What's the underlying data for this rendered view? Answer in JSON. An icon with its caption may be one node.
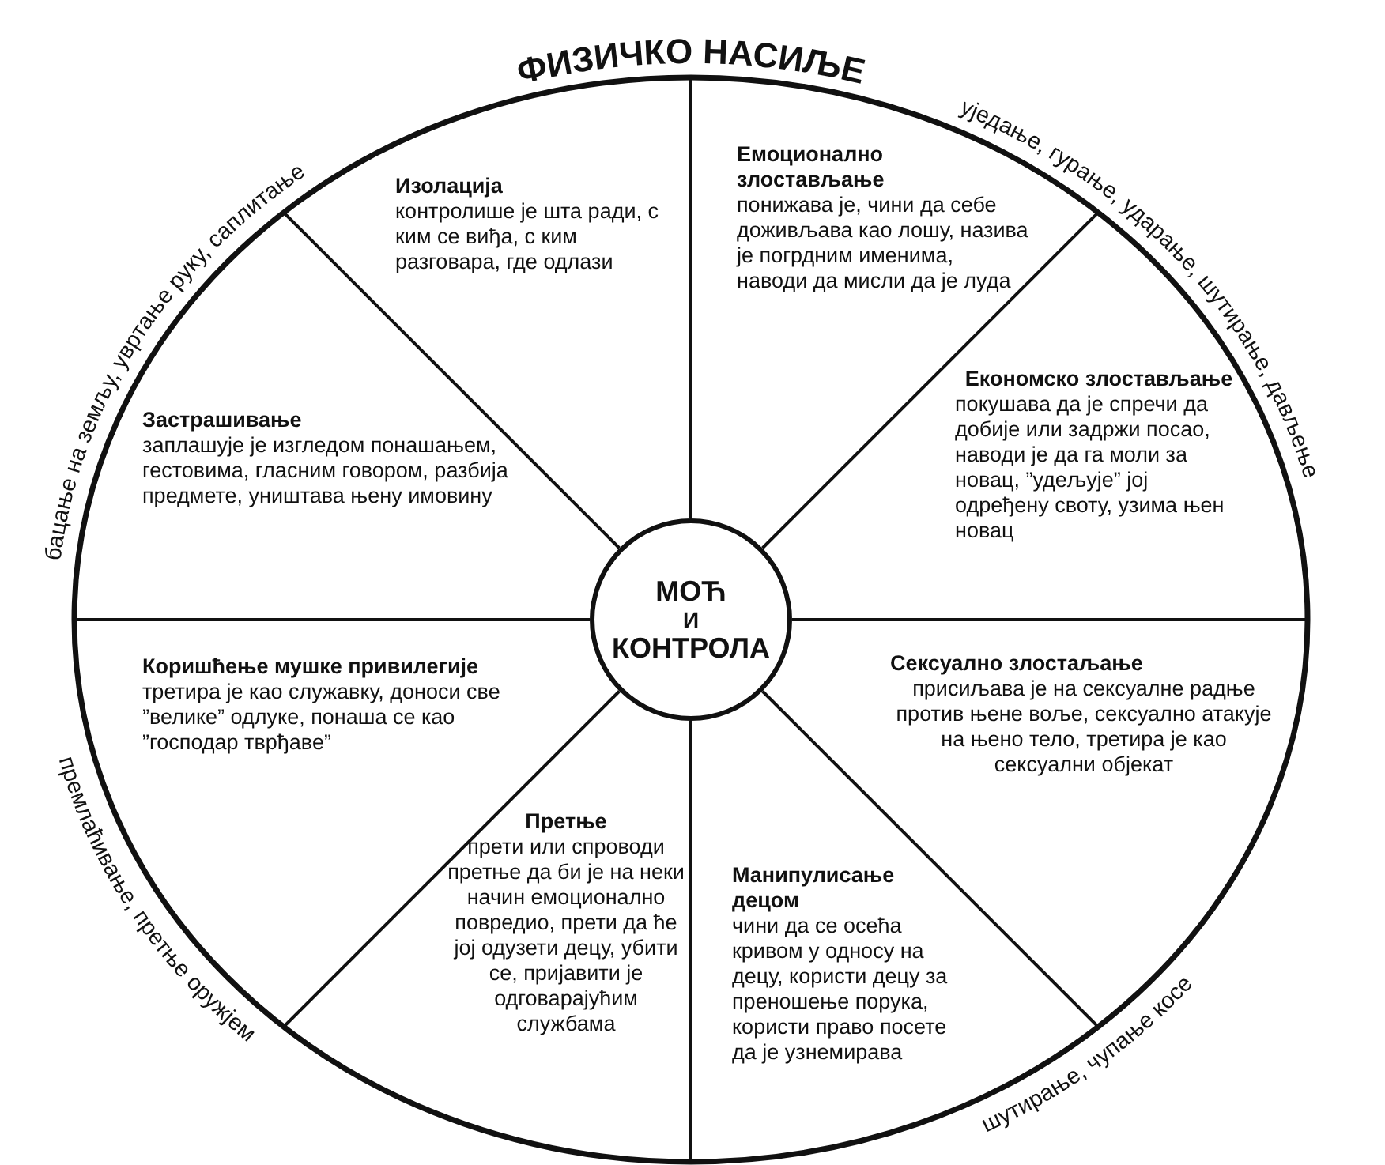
{
  "diagram": {
    "title": "ФИЗИЧКО НАСИЉЕ",
    "nodes": [
      {
        "text": [
          "Изолација",
          "контролише је шта ради, с ким се виђа, с ким разговара, где одлази"
        ]
      },
      {
        "text": [
          "Емоционално злостављање",
          "понижава је, чини да себе доживљава као лошу, назива је погрдним именима, наводи да мисли да је луда"
        ]
      },
      {
        "text": [
          "Застрашивање",
          "заплашује је изгледом понашањем, гестовима, гласним говором, разбија предмете, уништава њену имовину"
        ]
      },
      {
        "text": [
          "Економско злостављање",
          "покушава да је спречи да добије или задржи посао, наводи је да га моли за новац, ”удељује” јој одређену своту, узима њен новац"
        ]
      },
      {
        "text": [
          "МОЋ",
          "И",
          "КОНТРОЛА"
        ]
      },
      {
        "text": [
          "Коришћење мушке привилегије",
          "третира је као служавку, доноси све ”велике” одлуке, понаша се као ”господар тврђаве”"
        ]
      },
      {
        "text": [
          "Сексуално злостаљање",
          "присиљава је на сексуалне радње против њене воље, сексуално атакује на њено тело, третира је као сексуални објекат"
        ]
      },
      {
        "text": [
          "Претње",
          "прети или спроводи претње да би је на неки начин емоционално повредио, прети да ће јој одузети децу, убити се, пријавити је одговарајућим службама"
        ]
      },
      {
        "text": [
          "Манипулисање децом",
          "чини да се осећа кривом у односу на децу, користи децу за преношење порука, користи право посете да је узнемирава"
        ]
      }
    ],
    "labels": [
      "бацање на земљу, увртање руку, саплитање",
      "уједање, гурање, ударање, шутирање, дављење",
      "премлаћивање, претње оружјем",
      "шутирање, чупање косе"
    ]
  }
}
